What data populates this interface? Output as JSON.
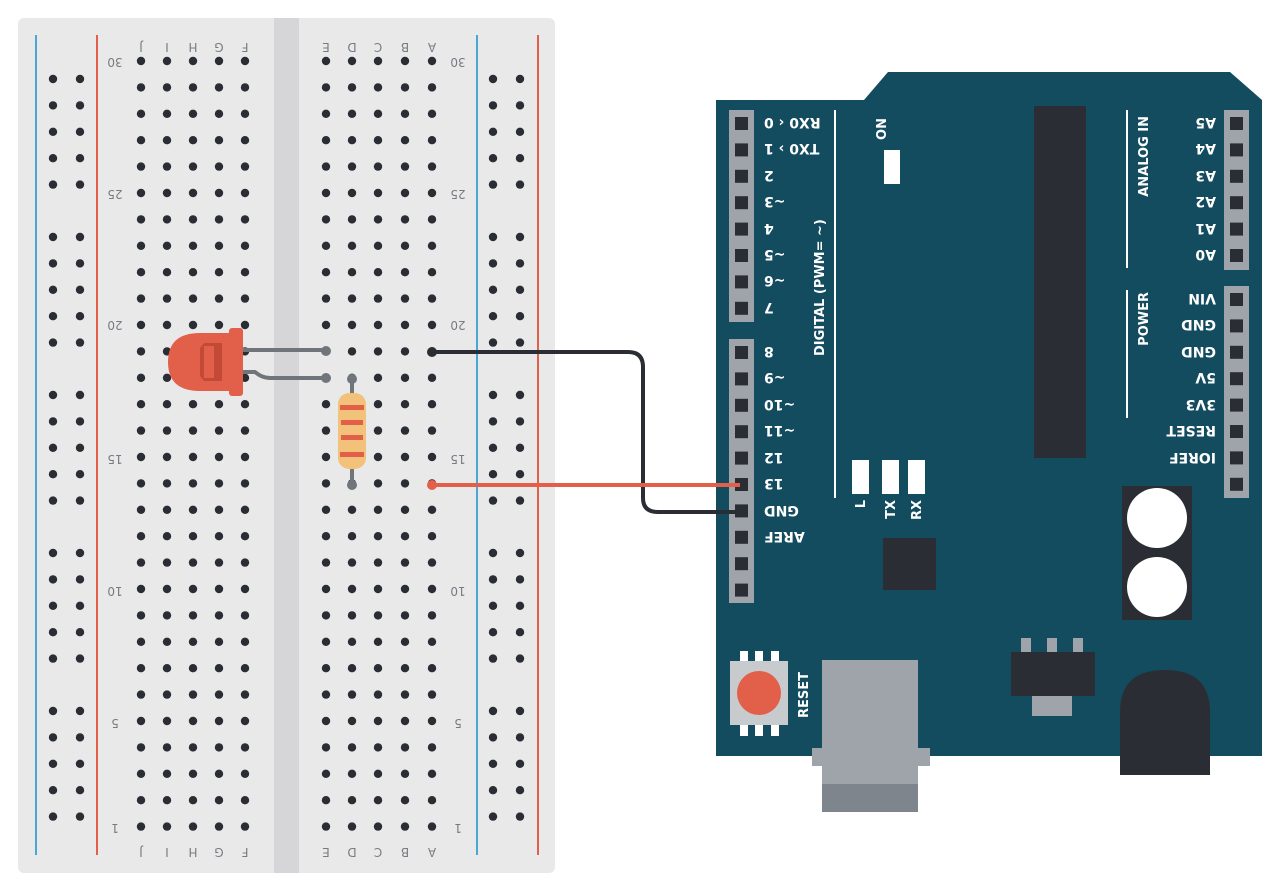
{
  "breadboard": {
    "column_letters_left": [
      "J",
      "I",
      "H",
      "G",
      "F"
    ],
    "column_letters_right": [
      "E",
      "D",
      "C",
      "B",
      "A"
    ],
    "row_number_labels": [
      "30",
      "25",
      "20",
      "15",
      "10",
      "5",
      "1"
    ],
    "rows": 30,
    "colors": {
      "body": "#e9e9ea",
      "hole": "#2b2d34",
      "rail_blue": "#4aa7d3",
      "rail_red": "#e2604a"
    }
  },
  "components": {
    "led": {
      "color": "#e2604a"
    },
    "resistor": {
      "band_color": "#e2604a"
    }
  },
  "wires": [
    {
      "name": "gnd-wire",
      "color": "#2b2d34"
    },
    {
      "name": "signal-wire",
      "color": "#e2604a"
    }
  ],
  "arduino": {
    "board_color": "#134b5f",
    "digital_pins_top": [
      "RX0 ‹ 0",
      "TX0 › 1",
      "2",
      "~3",
      "4",
      "~5",
      "~6",
      "7"
    ],
    "digital_pins_bottom": [
      "8",
      "~9",
      "~10",
      "~11",
      "12",
      "13",
      "GND",
      "AREF"
    ],
    "digital_header": "DIGITAL (PWM= ~)",
    "on_label": "ON",
    "analog_header": "ANALOG IN",
    "analog_pins": [
      "A5",
      "A4",
      "A3",
      "A2",
      "A1",
      "A0"
    ],
    "power_header": "POWER",
    "power_pins": [
      "VIN",
      "GND",
      "GND",
      "5V",
      "3V3",
      "RESET",
      "IOREF"
    ],
    "led_labels": [
      "L",
      "TX",
      "RX"
    ],
    "reset_label": "RESET"
  }
}
